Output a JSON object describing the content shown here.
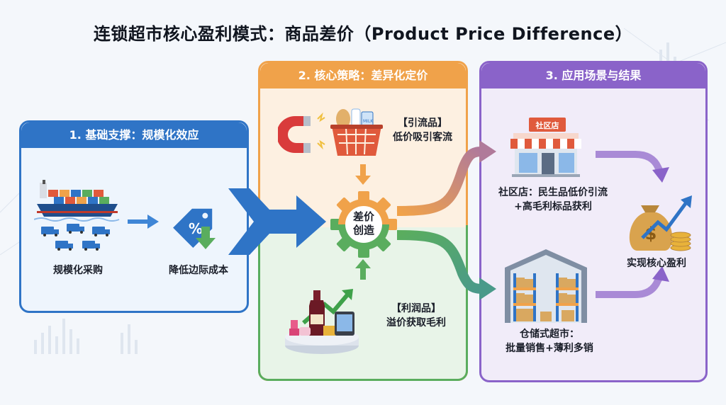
{
  "title": "连锁超市核心盈利模式：商品差价（Product Price Difference）",
  "panel1": {
    "header": "1. 基础支撑：规模化效应",
    "procurement_label": "规模化采购",
    "cost_label": "降低边际成本",
    "tag_symbol": "%"
  },
  "panel2": {
    "header": "2. 核心策略：差异化定价",
    "traffic_label_line1": "【引流品】",
    "traffic_label_line2": "低价吸引客流",
    "profit_label_line1": "【利润品】",
    "profit_label_line2": "溢价获取毛利",
    "gear_line1": "差价",
    "gear_line2": "创造",
    "basket_text": "MILK"
  },
  "panel3": {
    "header": "3. 应用场景与结果",
    "store_sign": "社区店",
    "community_line1": "社区店：民生品低价引流",
    "community_line2": "+高毛利标品获利",
    "warehouse_line1": "仓储式超市：",
    "warehouse_line2": "批量销售+薄利多销",
    "result_label": "实现核心盈利",
    "money_symbol": "$"
  },
  "colors": {
    "blue": "#2f74c6",
    "orange": "#f0a24a",
    "green": "#5aad5e",
    "purple": "#8a63c9"
  }
}
